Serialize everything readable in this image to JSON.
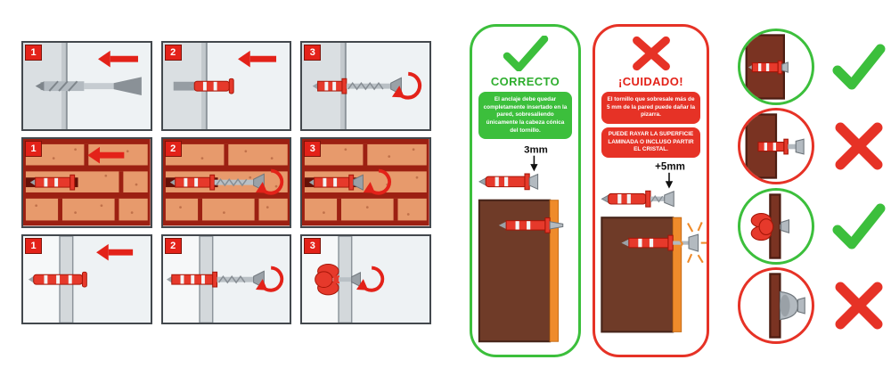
{
  "steps": {
    "rows": [
      {
        "panels": [
          {
            "number": "1"
          },
          {
            "number": "2"
          },
          {
            "number": "3"
          }
        ]
      },
      {
        "panels": [
          {
            "number": "1"
          },
          {
            "number": "2"
          },
          {
            "number": "3"
          }
        ]
      },
      {
        "panels": [
          {
            "number": "1"
          },
          {
            "number": "2"
          },
          {
            "number": "3"
          }
        ]
      }
    ]
  },
  "correct_card": {
    "title": "CORRECTO",
    "body": "El anclaje debe quedar completamente insertado en la pared, sobresaliendo únicamente la cabeza cónica del tornillo.",
    "measure_label": "3mm"
  },
  "warning_card": {
    "title": "¡CUIDADO!",
    "body": "El tornillo que sobresale más de 5 mm de la pared puede dañar la pizarra.",
    "body_caps": "PUEDE RAYAR LA SUPERFICIE LAMINADA O INCLUSO PARTIR EL CRISTAL.",
    "measure_label": "+5mm"
  },
  "examples": [
    {
      "result": "correct"
    },
    {
      "result": "wrong"
    },
    {
      "result": "correct"
    },
    {
      "result": "wrong"
    }
  ],
  "colors": {
    "green": "#3cbf3c",
    "red": "#e63226",
    "anchor_red": "#e6392b",
    "wall_brown": "#6f3b28",
    "laminate_orange": "#ef8b2b",
    "brick_orange": "#e79a6c",
    "mortar_red": "#9c2012"
  }
}
